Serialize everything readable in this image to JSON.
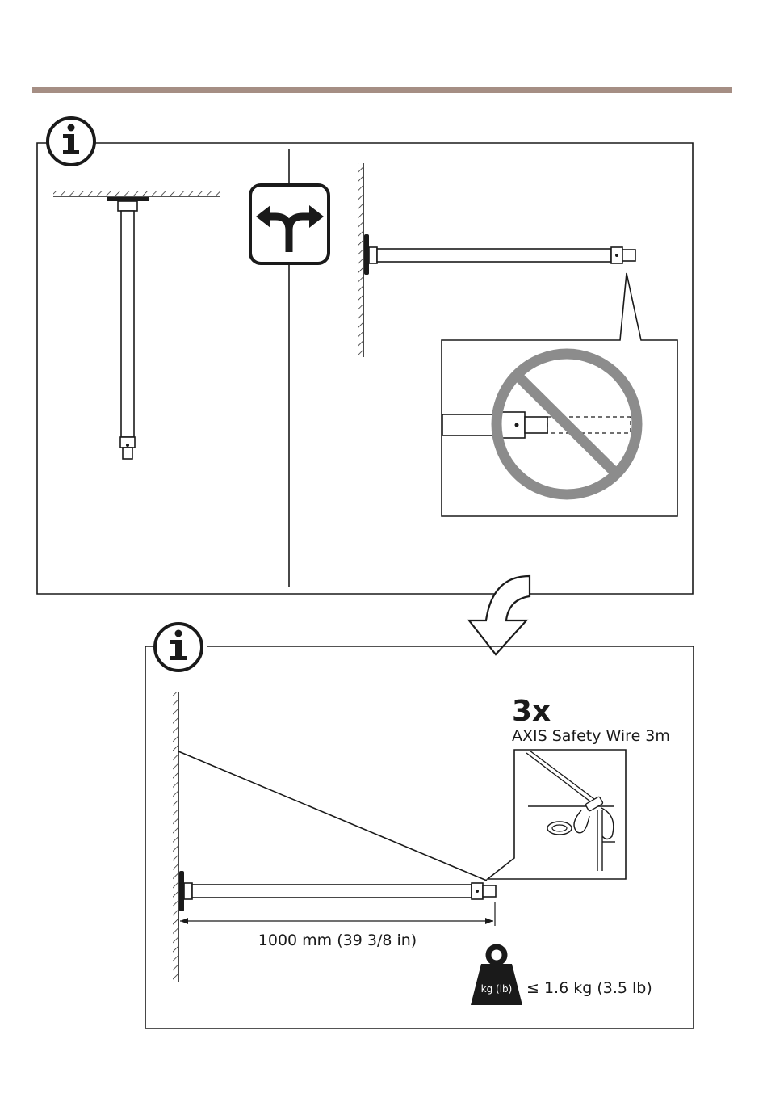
{
  "colors": {
    "rule": "#a58e84",
    "line": "#1a1a1a",
    "prohibition": "#8c8c8c"
  },
  "icons": [
    "info-icon",
    "choice-arrows-icon",
    "prohibition-icon",
    "down-arrow-icon",
    "weight-icon"
  ],
  "bottom_panel": {
    "quantity": "3x",
    "product": "AXIS Safety Wire 3m",
    "dimension": "1000 mm (39 3/8 in)",
    "weight_unit": "kg (lb)",
    "weight_limit": "≤ 1.6 kg (3.5 lb)"
  }
}
